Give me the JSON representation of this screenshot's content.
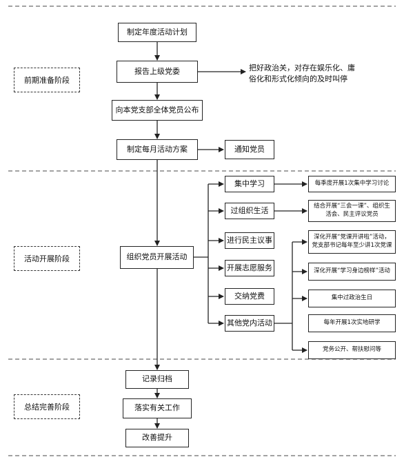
{
  "stages": {
    "prep": "前期准备阶段",
    "activity": "活动开展阶段",
    "summary": "总结完善阶段"
  },
  "prep_steps": {
    "plan": "制定年度活动计划",
    "report": "报告上级党委",
    "report_note": "把好政治关，对存在娱乐化、庸俗化和形式化倾向的及时叫停",
    "publish": "向本党支部全体党员公布",
    "monthly": "制定每月活动方案",
    "notify": "通知党员"
  },
  "activity": {
    "main": "组织党员开展活动",
    "types": {
      "study": "集中学习",
      "life": "过组织生活",
      "democracy": "进行民主议事",
      "volunteer": "开展志愿服务",
      "dues": "交纳党费",
      "other": "其他党内活动"
    },
    "details": {
      "study_detail": "每季度开展1次集中学习讨论",
      "life_detail": "结合开展“三会一课”、组织生活会、民主评议党员",
      "lecture": "深化开展“党课开讲啦”活动，党支部书记每年至少讲1次党课",
      "model": "深化开展“学习身边榜样”活动",
      "birthday": "集中过政治生日",
      "research": "每年开展1次实地研学",
      "service": "党务公开、帮扶慰问等"
    }
  },
  "summary_steps": {
    "archive": "记录归档",
    "implement": "落实有关工作",
    "improve": "改善提升"
  }
}
